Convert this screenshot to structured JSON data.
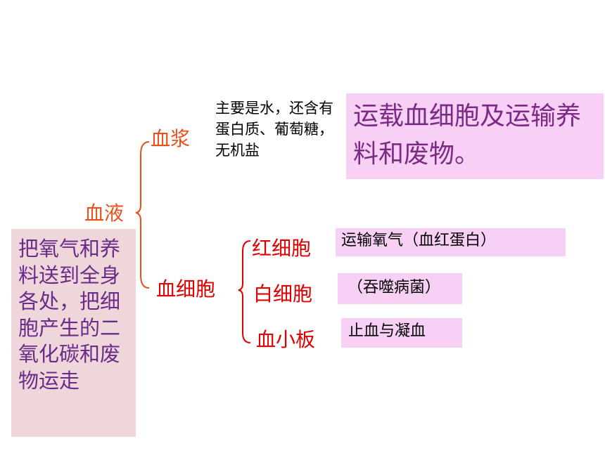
{
  "root": {
    "label": "血液"
  },
  "plasma": {
    "label": "血浆",
    "composition": "主要是水，还含有蛋白质、葡萄糖，无机盐",
    "function": "运载血细胞及运输养料和废物。"
  },
  "blood_cells": {
    "label": "血细胞",
    "items": [
      {
        "label": "红细胞",
        "function": "运输氧气（血红蛋白）"
      },
      {
        "label": "白细胞",
        "function": "（吞噬病菌）"
      },
      {
        "label": "血小板",
        "function": "止血与凝血"
      }
    ]
  },
  "blood_function": "把氧气和养料送到全身各处，把细胞产生的二氧化碳和废物运走",
  "colors": {
    "orange_text": "#e8501a",
    "red_text": "#e00000",
    "purple_text": "#7b2a86",
    "pink_box": "#f8d0f6",
    "mauve_box": "#eed6da"
  }
}
